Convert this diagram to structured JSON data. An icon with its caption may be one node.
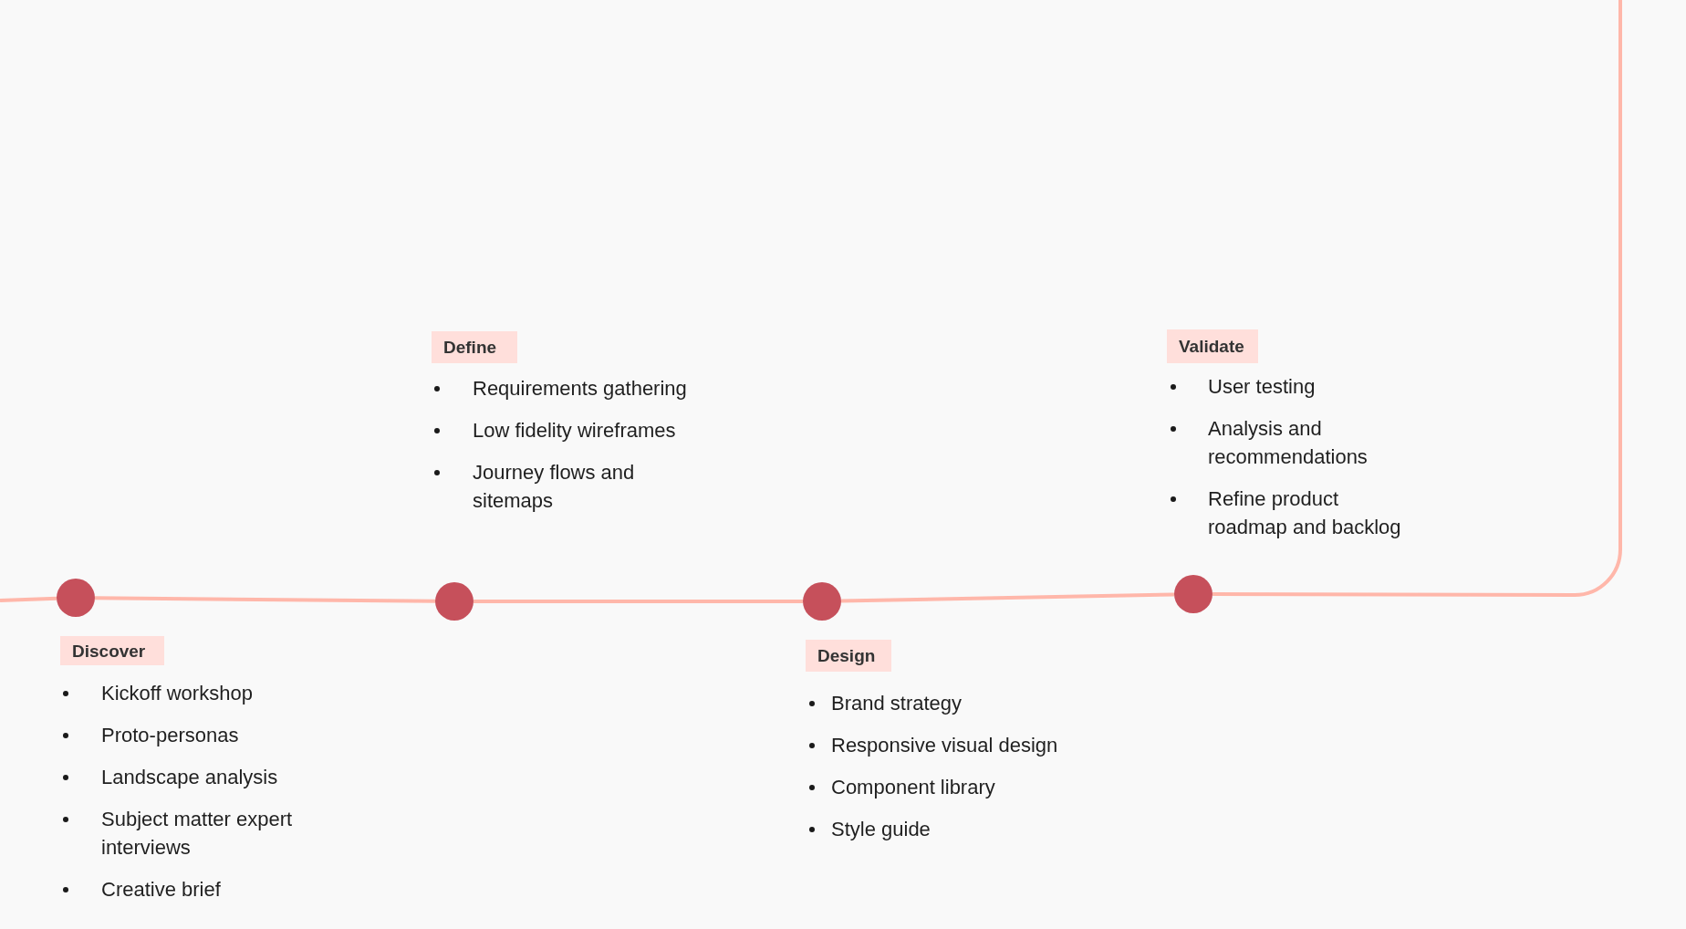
{
  "diagram": {
    "nodes": [
      {
        "text": [
          "Discover"
        ],
        "beside": [
          "Kickoff workshop",
          "Proto-personas",
          "Landscape analysis",
          "Subject matter expert interviews",
          "Creative brief"
        ]
      },
      {
        "text": [
          "Define"
        ],
        "beside": [
          "Requirements gathering",
          "Low fidelity wireframes",
          "Journey flows and sitemaps"
        ]
      },
      {
        "text": [
          "Design"
        ],
        "beside": [
          "Brand strategy",
          "Responsive visual design",
          "Component library",
          "Style guide"
        ]
      },
      {
        "text": [
          "Validate"
        ],
        "beside": [
          "User testing",
          "Analysis and recommendations",
          "Refine product roadmap and backlog"
        ]
      },
      {
        "text": [],
        "shape": "circle"
      },
      {
        "text": [],
        "shape": "circle"
      },
      {
        "text": [],
        "shape": "circle"
      },
      {
        "text": [],
        "shape": "circle"
      }
    ],
    "edges": [
      {
        "from": null,
        "to": 4,
        "arrow": "none"
      },
      {
        "from": 4,
        "to": 5,
        "arrow": "none"
      },
      {
        "from": 5,
        "to": 6,
        "arrow": "none"
      },
      {
        "from": 6,
        "to": 7,
        "arrow": "none"
      },
      {
        "from": 7,
        "to": null,
        "arrow": "none"
      }
    ]
  }
}
